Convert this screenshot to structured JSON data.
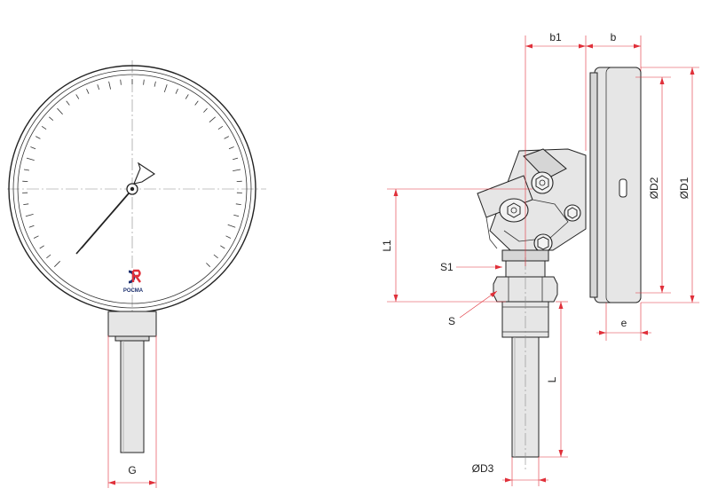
{
  "logo": {
    "text": "РОСМА",
    "mark_color": "#1b2f6e",
    "accent_color": "#e0303a"
  },
  "dimensions": {
    "g": "G",
    "b1": "b1",
    "b": "b",
    "d2": "ØD2",
    "d1": "ØD1",
    "l1": "L1",
    "s1": "S1",
    "s": "S",
    "e": "e",
    "l": "L",
    "d3": "ØD3"
  },
  "colors": {
    "dimension_lines": "#e0303a",
    "outline": "#222222",
    "metal": "#e6e6e6"
  }
}
